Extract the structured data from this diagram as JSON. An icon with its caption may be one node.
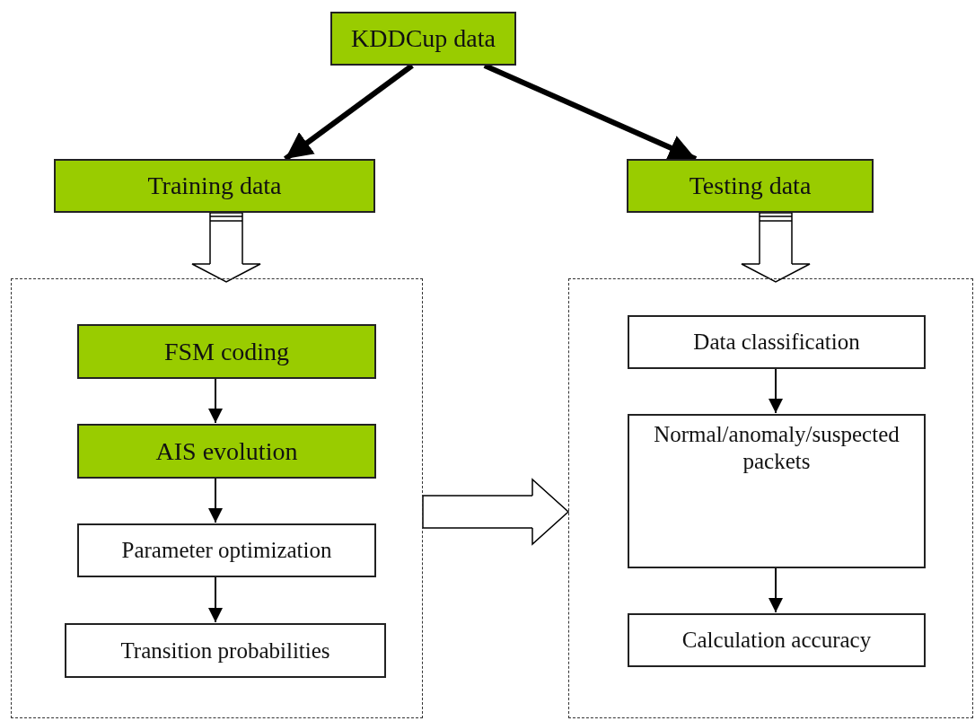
{
  "diagram": {
    "nodes": [
      {
        "text": [
          "KDDCup data"
        ]
      },
      {
        "text": [
          "Training data"
        ]
      },
      {
        "text": [
          "Testing data"
        ]
      },
      {
        "text": [],
        "shape": "box"
      },
      {
        "text": [
          "FSM coding"
        ],
        "in": 3
      },
      {
        "text": [
          "AIS evolution"
        ],
        "in": 3
      },
      {
        "text": [
          "Parameter optimization"
        ],
        "in": 3
      },
      {
        "text": [
          "Transition probabilities"
        ],
        "in": 3
      },
      {
        "text": [],
        "shape": "box"
      },
      {
        "text": [
          "Data classification"
        ],
        "in": 8
      },
      {
        "text": [
          "Normal/anomaly/suspected packets"
        ],
        "in": 8
      },
      {
        "text": [
          "Calculation accuracy"
        ],
        "in": 8
      }
    ],
    "edges": [
      {
        "from": 0,
        "to": 1,
        "arrow": "to",
        "style": "thick"
      },
      {
        "from": 0,
        "to": 2,
        "arrow": "to",
        "style": "thick"
      },
      {
        "from": 1,
        "to": 3,
        "arrow": "to"
      },
      {
        "from": 2,
        "to": 8,
        "arrow": "to"
      },
      {
        "from": 4,
        "to": 5,
        "arrow": "to"
      },
      {
        "from": 5,
        "to": 6,
        "arrow": "to"
      },
      {
        "from": 6,
        "to": 7,
        "arrow": "to"
      },
      {
        "from": 3,
        "to": 8,
        "arrow": "to"
      },
      {
        "from": 9,
        "to": 10,
        "arrow": "to"
      },
      {
        "from": 10,
        "to": 11,
        "arrow": "to"
      }
    ]
  }
}
